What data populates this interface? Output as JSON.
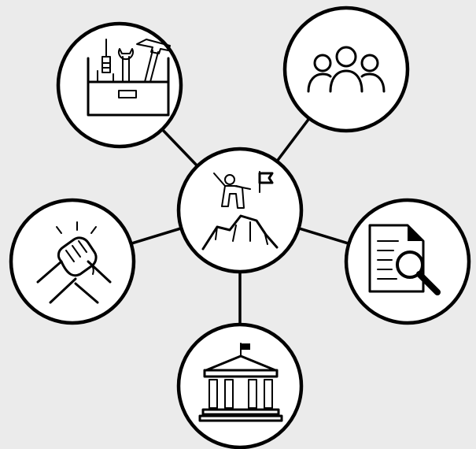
{
  "diagram": {
    "background": "#ebebeb",
    "node_fill": "#ffffff",
    "stroke_color": "#000000",
    "center": {
      "id": "center",
      "icon": "summit-flag-icon"
    },
    "satellites": [
      {
        "id": "toolbox",
        "icon": "toolbox-icon"
      },
      {
        "id": "team",
        "icon": "people-group-icon"
      },
      {
        "id": "partnership",
        "icon": "handshake-icon"
      },
      {
        "id": "research",
        "icon": "document-search-icon"
      },
      {
        "id": "institution",
        "icon": "government-building-icon"
      }
    ],
    "edges": [
      [
        "center",
        "toolbox"
      ],
      [
        "center",
        "team"
      ],
      [
        "center",
        "partnership"
      ],
      [
        "center",
        "research"
      ],
      [
        "center",
        "institution"
      ]
    ]
  }
}
